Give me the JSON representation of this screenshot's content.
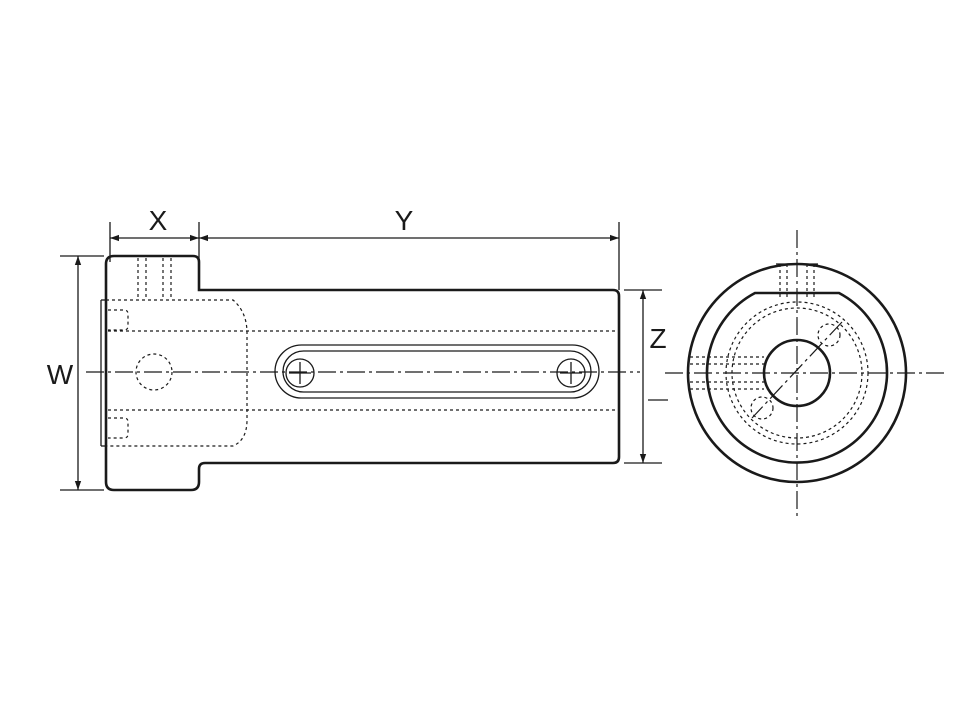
{
  "dimensions": {
    "x_label": "X",
    "y_label": "Y",
    "z_label": "Z",
    "w_label": "W"
  }
}
